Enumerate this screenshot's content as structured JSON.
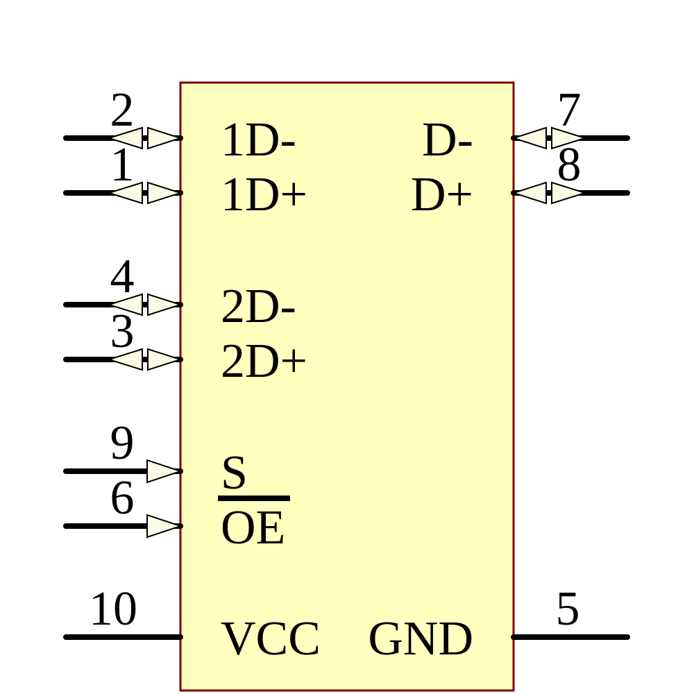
{
  "component": {
    "kind": "schematic-symbol",
    "left_pins": [
      {
        "number": "2",
        "name": "1D-",
        "direction": "bidirectional"
      },
      {
        "number": "1",
        "name": "1D+",
        "direction": "bidirectional"
      },
      {
        "number": "4",
        "name": "2D-",
        "direction": "bidirectional"
      },
      {
        "number": "3",
        "name": "2D+",
        "direction": "bidirectional"
      },
      {
        "number": "9",
        "name": "S",
        "direction": "input"
      },
      {
        "number": "6",
        "name": "OE",
        "direction": "input",
        "active_low": true
      },
      {
        "number": "10",
        "name": "VCC",
        "direction": "plain"
      }
    ],
    "right_pins": [
      {
        "number": "7",
        "name": "D-",
        "direction": "bidirectional"
      },
      {
        "number": "8",
        "name": "D+",
        "direction": "bidirectional"
      },
      {
        "number": "5",
        "name": "GND",
        "direction": "plain"
      }
    ],
    "icons": {
      "bidirectional": "bidirectional-arrow-icon",
      "input": "input-arrow-icon"
    }
  },
  "colors": {
    "background": "#FFFFFF",
    "body_fill": "#FFFFC0",
    "body_border": "#800000",
    "pin_color": "#000000",
    "text_color": "#000000",
    "arrow_fill": "#FCFCE6",
    "arrow_stroke": "#000000"
  }
}
